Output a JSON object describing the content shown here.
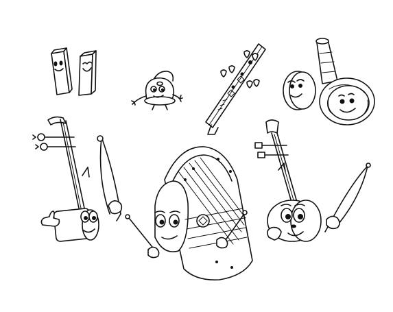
{
  "page": {
    "background": "#ffffff",
    "line_color": "#111111",
    "style": "black outline coloring-page illustration, no text"
  },
  "characters": [
    {
      "id": "clappers",
      "icon": "wooden-clapper-blocks-icon"
    },
    {
      "id": "bell",
      "icon": "small-bell-icon"
    },
    {
      "id": "flute",
      "icon": "bamboo-flute-icon"
    },
    {
      "id": "drum-and-horn",
      "icon": "drum-and-horn-icon"
    },
    {
      "id": "left-fiddle",
      "icon": "two-string-fiddle-with-bow-icon"
    },
    {
      "id": "zither",
      "icon": "zither-harp-icon"
    },
    {
      "id": "right-fiddle",
      "icon": "round-body-fiddle-with-bow-icon"
    }
  ]
}
